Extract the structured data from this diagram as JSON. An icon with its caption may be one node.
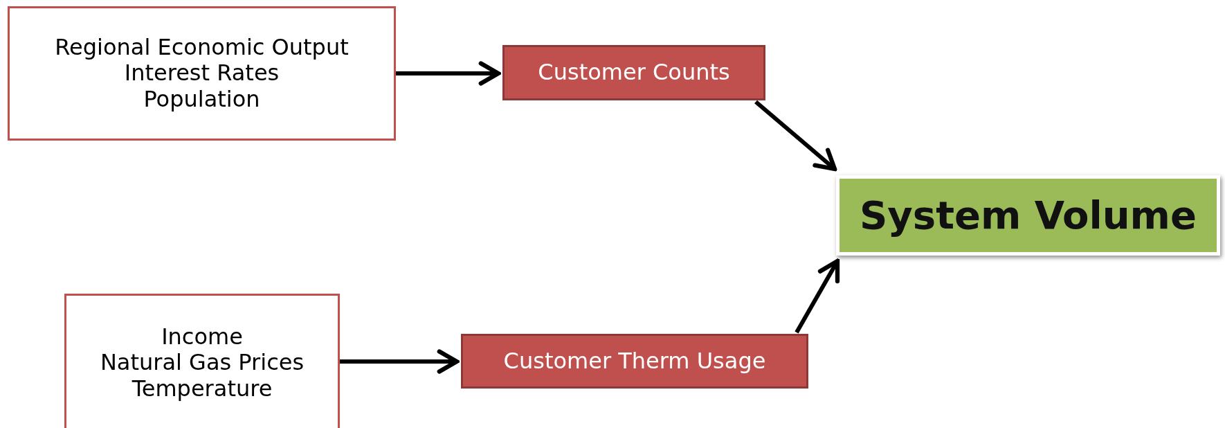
{
  "diagram": {
    "nodes": [
      {
        "text": [
          "Regional Economic Output",
          "Interest Rates",
          "Population"
        ]
      },
      {
        "text": [
          "Customer Counts"
        ]
      },
      {
        "text": [
          "System Volume"
        ]
      },
      {
        "text": [
          "Income",
          "Natural Gas Prices",
          "Temperature"
        ]
      },
      {
        "text": [
          "Customer Therm Usage"
        ]
      }
    ],
    "edges": [
      {
        "from": 0,
        "to": 1,
        "arrow": "to"
      },
      {
        "from": 1,
        "to": 2,
        "arrow": "to"
      },
      {
        "from": 3,
        "to": 4,
        "arrow": "to"
      },
      {
        "from": 4,
        "to": 2,
        "arrow": "to"
      }
    ]
  }
}
